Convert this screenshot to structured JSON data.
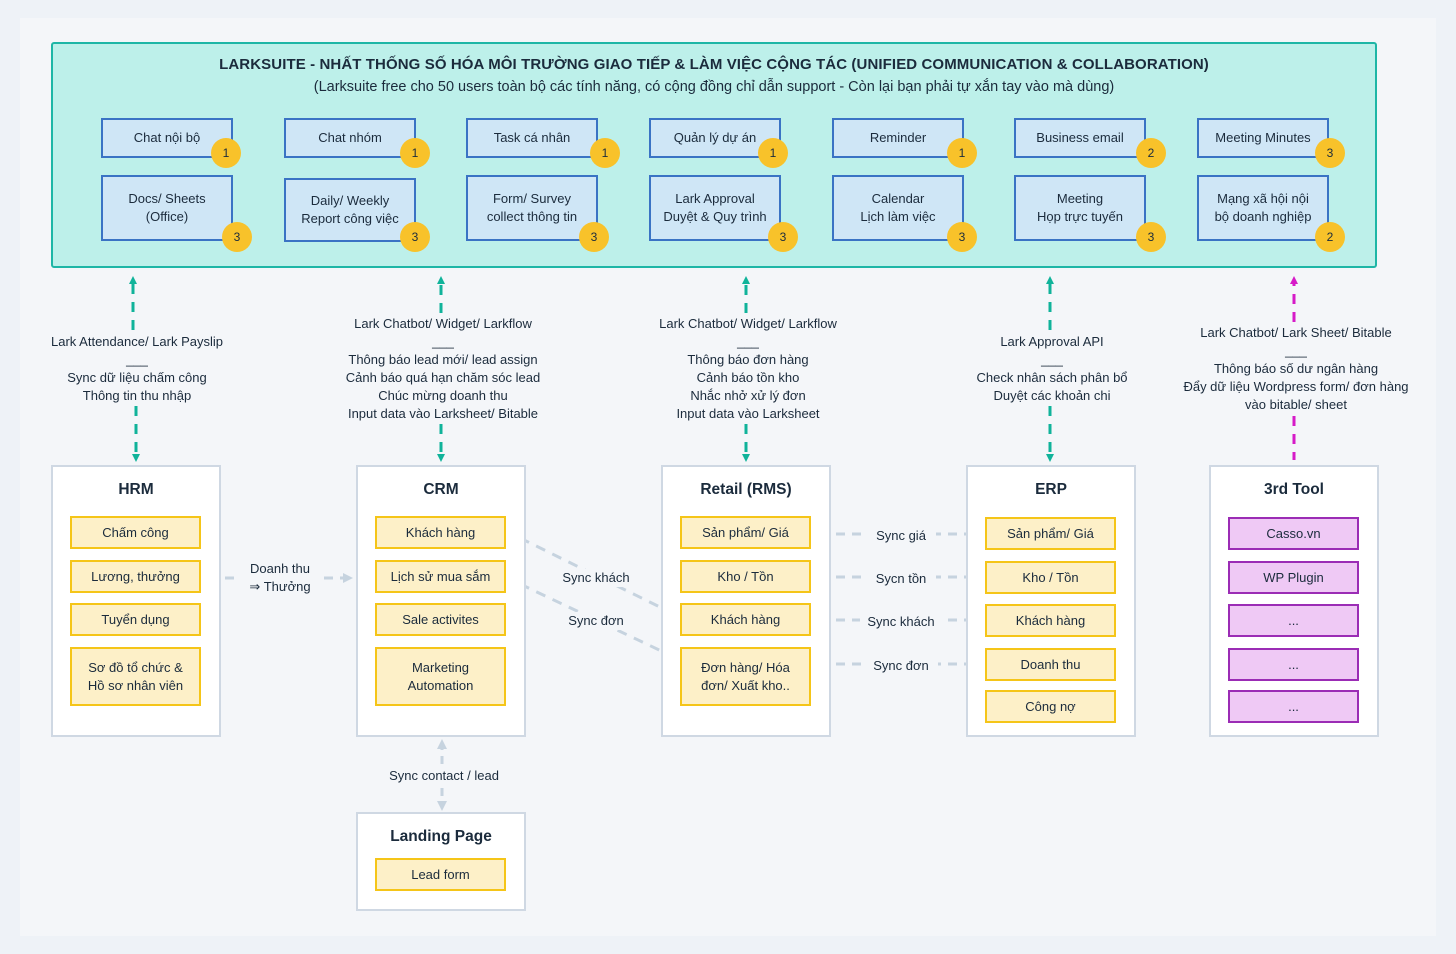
{
  "header": {
    "title": "LARKSUITE - NHẤT THỐNG SỐ HÓA MÔI TRƯỜNG GIAO TIẾP & LÀM VIỆC CỘNG TÁC (UNIFIED COMMUNICATION & COLLABORATION)",
    "subtitle": "(Larksuite free cho 50 users toàn bộ các tính năng, có cộng đồng chỉ dẫn support - Còn lại bạn phải tự xắn tay vào mà dùng)"
  },
  "features": [
    {
      "label": "Chat nội bộ",
      "badge": "1"
    },
    {
      "label": "Chat nhóm",
      "badge": "1"
    },
    {
      "label": "Task cá nhân",
      "badge": "1"
    },
    {
      "label": "Quản lý dự án",
      "badge": "1"
    },
    {
      "label": "Reminder",
      "badge": "1"
    },
    {
      "label": "Business email",
      "badge": "2"
    },
    {
      "label": "Meeting Minutes",
      "badge": "3"
    },
    {
      "label": "Docs/ Sheets\n(Office)",
      "badge": "3"
    },
    {
      "label": "Daily/ Weekly\nReport công việc",
      "badge": "3"
    },
    {
      "label": "Form/ Survey\ncollect thông tin",
      "badge": "3"
    },
    {
      "label": "Lark Approval\nDuyệt & Quy trình",
      "badge": "3"
    },
    {
      "label": "Calendar\nLịch làm việc",
      "badge": "3"
    },
    {
      "label": "Meeting\nHọp trực tuyến",
      "badge": "3"
    },
    {
      "label": "Mạng xã hội nội\nbộ doanh nghiệp",
      "badge": "2"
    }
  ],
  "integrations": {
    "hrm": "Lark Attendance/ Lark Payslip\n___\nSync dữ liệu chấm công\nThông tin thu  nhập",
    "crm": "Lark Chatbot/ Widget/ Larkflow\n___\nThông báo lead mới/ lead assign\nCảnh báo quá hạn chăm sóc lead\nChúc mừng doanh thu\nInput data vào Larksheet/ Bitable",
    "retail": "Lark Chatbot/ Widget/ Larkflow\n___\nThông báo đơn hàng\nCảnh báo tồn kho\nNhắc nhở xử lý đơn\nInput data vào Larksheet",
    "erp": "Lark Approval API\n___\nCheck nhân sách phân bổ\nDuyệt các khoản chi",
    "tool": "Lark Chatbot/ Lark Sheet/ Bitable\n___\nThông báo số dư ngân hàng\nĐẩy dữ liệu Wordpress form/ đơn hàng\nvào bitable/ sheet"
  },
  "systems": {
    "hrm": {
      "title": "HRM",
      "items": [
        "Chấm công",
        "Lương, thưởng",
        "Tuyển dụng",
        "Sơ đồ tổ chức &\nHồ sơ nhân viên"
      ]
    },
    "crm": {
      "title": "CRM",
      "items": [
        "Khách hàng",
        "Lịch sử mua sắm",
        "Sale activites",
        "Marketing\nAutomation"
      ]
    },
    "retail": {
      "title": "Retail (RMS)",
      "items": [
        "Sản phẩm/ Giá",
        "Kho / Tồn",
        "Khách hàng",
        "Đơn hàng/ Hóa\nđơn/ Xuất kho.."
      ]
    },
    "erp": {
      "title": "ERP",
      "items": [
        "Sản phẩm/ Giá",
        "Kho / Tồn",
        "Khách hàng",
        "Doanh thu",
        "Công nợ"
      ]
    },
    "tool": {
      "title": "3rd Tool",
      "items": [
        "Casso.vn",
        "WP Plugin",
        "...",
        "...",
        "..."
      ]
    },
    "landing": {
      "title": "Landing Page",
      "items": [
        "Lead form"
      ]
    }
  },
  "connectors": {
    "hrm_crm": "Doanh thu\n⇒ Thưởng",
    "crm_retail_1": "Sync khách",
    "crm_retail_2": "Sync đơn",
    "retail_erp": [
      "Sync giá",
      "Sycn tồn",
      "Sync khách",
      "Sync đơn"
    ],
    "crm_landing": "Sync contact / lead"
  },
  "colors": {
    "panel_bg": "#bdf0ea",
    "panel_border": "#1eb6a6",
    "feature_bg": "#cfe6f6",
    "feature_border": "#3a73c4",
    "badge": "#f8c22a",
    "item_bg": "#fdf0c8",
    "item_border": "#f5c518",
    "tool_bg": "#efc9f5",
    "tool_border": "#9b2cb5",
    "teal_arrow": "#10b39a",
    "magenta_arrow": "#d61bc8",
    "grey_arrow": "#c6d3df"
  }
}
